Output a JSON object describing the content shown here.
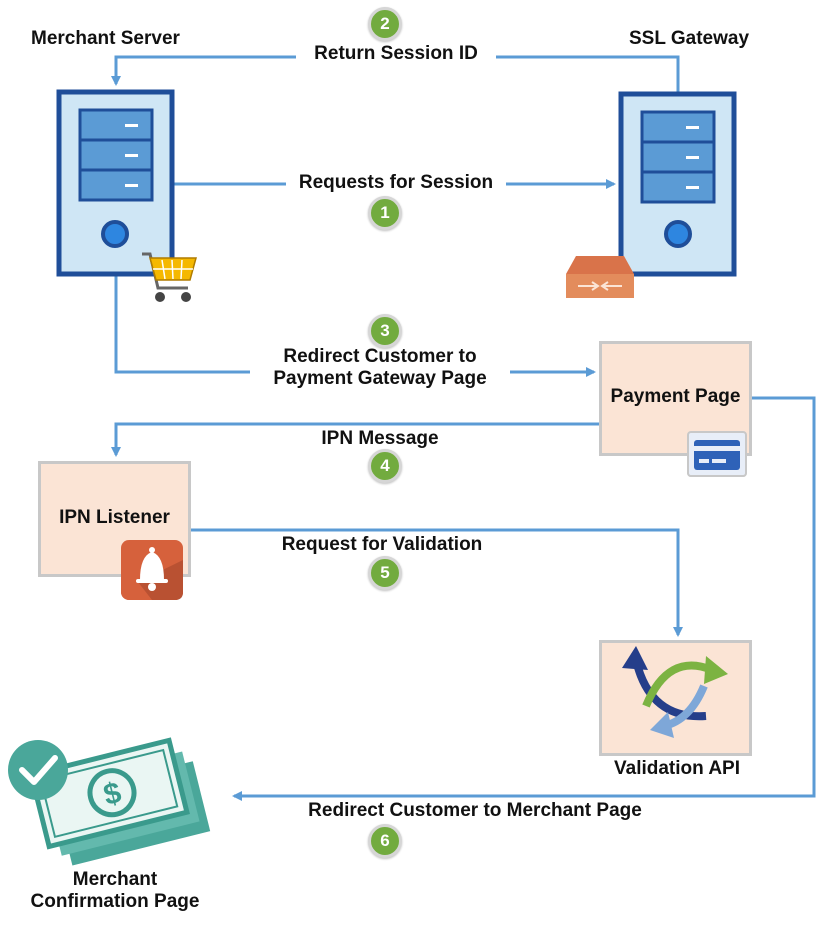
{
  "nodes": {
    "merchant_server": "Merchant Server",
    "ssl_gateway": "SSL Gateway",
    "payment_page": "Payment Page",
    "ipn_listener": "IPN Listener",
    "validation_api": "Validation API",
    "merchant_confirmation_line1": "Merchant",
    "merchant_confirmation_line2": "Confirmation Page"
  },
  "edges": {
    "request_session": "Requests for Session",
    "return_session": "Return Session ID",
    "redirect_gateway_line1": "Redirect Customer to",
    "redirect_gateway_line2": "Payment Gateway Page",
    "ipn_message": "IPN Message",
    "request_validation": "Request for Validation",
    "redirect_merchant": "Redirect Customer to Merchant Page"
  },
  "steps": [
    "1",
    "2",
    "3",
    "4",
    "5",
    "6"
  ],
  "colors": {
    "arrow": "#5b9bd5",
    "badge": "#72ab3f",
    "card_fill": "#fbe4d5",
    "server_fill": "#cfe6f5",
    "server_border": "#1f4e99",
    "drive_fill": "#5b9bd5"
  }
}
